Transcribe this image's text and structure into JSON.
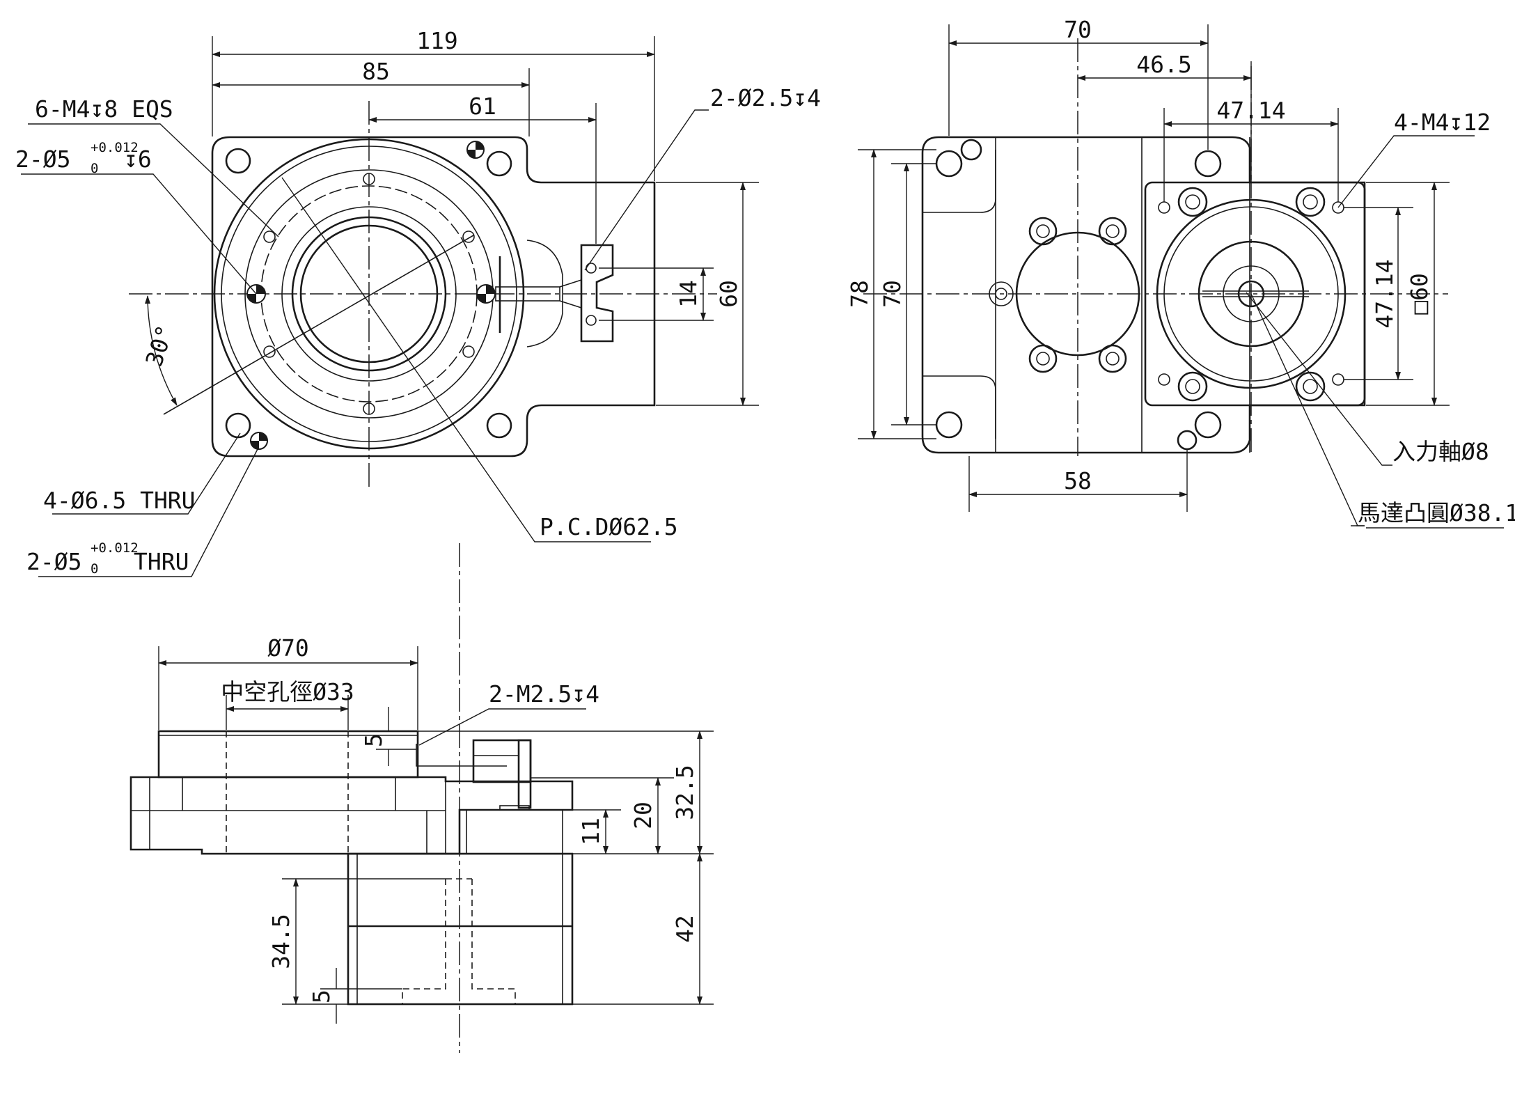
{
  "top_view": {
    "dims": {
      "overall": "119",
      "mid": "85",
      "center": "61",
      "slot": "14",
      "height": "60",
      "angle": "30°"
    },
    "callouts": {
      "tapped_holes": "6-M4↧8 EQS",
      "pin_hole_base": "2-Ø5",
      "pin_hole_tol_upper": "+0.012",
      "pin_hole_tol_lower": "0",
      "pin_hole_depth": "↧6",
      "sensor_holes": "2-Ø2.5↧4",
      "thru_holes": "4-Ø6.5 THRU",
      "pin_thru_base": "2-Ø5",
      "pin_thru_tol_upper": "+0.012",
      "pin_thru_tol_lower": "0",
      "pin_thru_suffix": "THRU",
      "pcd": "P.C.DØ62.5"
    }
  },
  "side_view": {
    "dims": {
      "width": "70",
      "half": "46.5",
      "bolt_span": "47.14",
      "bottom": "58",
      "h78": "78",
      "h70": "70",
      "v47": "47.14",
      "flange": "□60"
    },
    "callouts": {
      "motor_holes": "4-M4↧12",
      "input_shaft": "入力軸Ø8",
      "spigot": "馬達凸圓Ø38.1"
    }
  },
  "front_view": {
    "dims": {
      "dia": "Ø70",
      "bore": "中空孔徑Ø33",
      "d5": "5",
      "d20": "20",
      "d32": "32.5",
      "d11": "11",
      "d42": "42",
      "d345": "34.5",
      "d5b": "5"
    },
    "callouts": {
      "sensor_tap": "2-M2.5↧4"
    }
  }
}
